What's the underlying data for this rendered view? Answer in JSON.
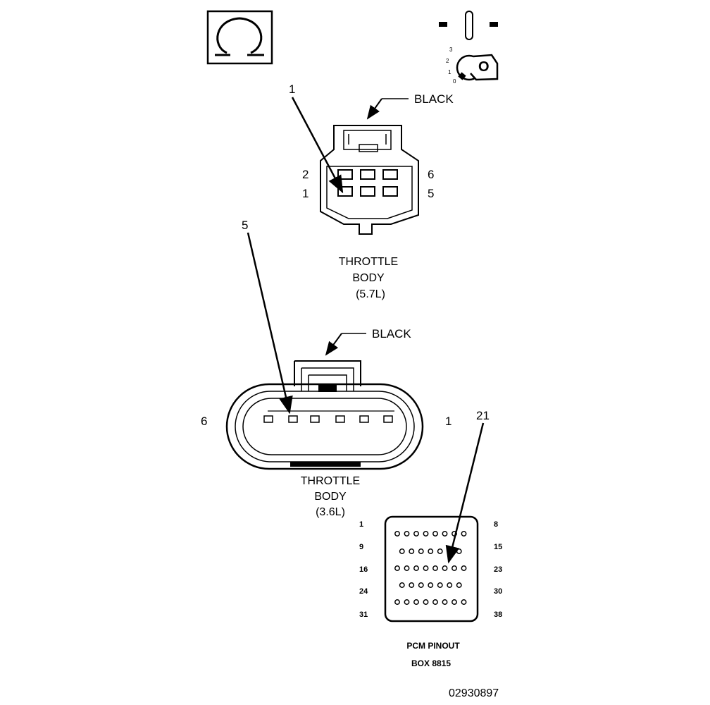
{
  "key_symbol": {
    "omega_icon": "ohm-icon",
    "switch_positions": [
      "3",
      "2",
      "1",
      "0"
    ],
    "key_letter": "O"
  },
  "connector_57": {
    "callout": "1",
    "color_label": "BLACK",
    "pin_left_top": "2",
    "pin_left_bottom": "1",
    "pin_right_top": "6",
    "pin_right_bottom": "5",
    "title_line1": "THROTTLE",
    "title_line2": "BODY",
    "title_line3": "(5.7L)"
  },
  "connector_36": {
    "callout": "5",
    "color_label": "BLACK",
    "pin_left": "6",
    "pin_right": "1",
    "title_line1": "THROTTLE",
    "title_line2": "BODY",
    "title_line3": "(3.6L)"
  },
  "pcm": {
    "callout": "21",
    "row_left_labels": [
      "1",
      "9",
      "16",
      "24",
      "31"
    ],
    "row_right_labels": [
      "8",
      "15",
      "23",
      "30",
      "38"
    ],
    "caption_line1": "PCM PINOUT",
    "caption_line2": "BOX 8815"
  },
  "figure_id": "02930897"
}
